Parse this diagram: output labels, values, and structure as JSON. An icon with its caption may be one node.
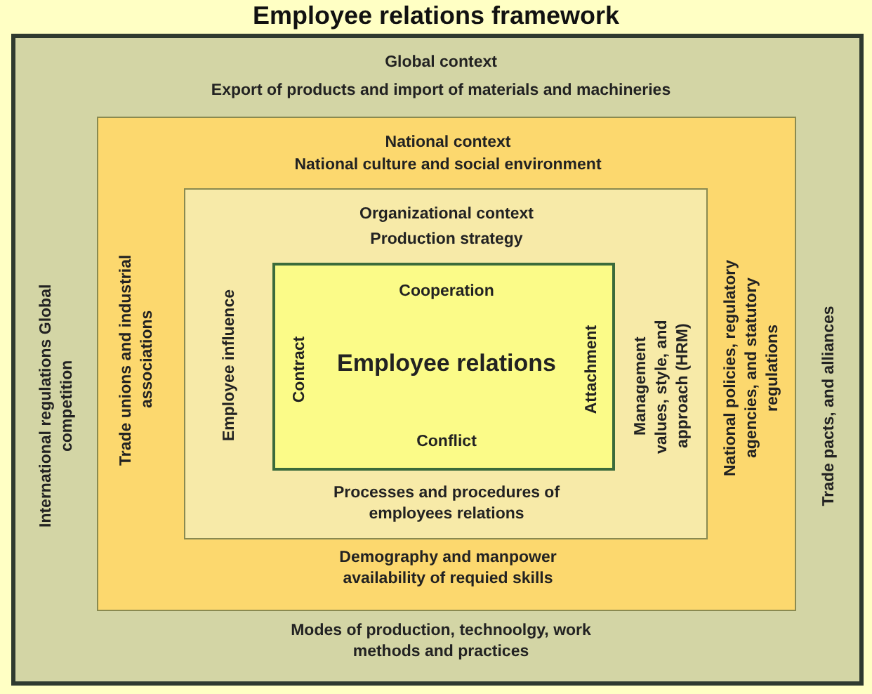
{
  "diagram": {
    "title": "Employee relations framework",
    "nodes": [
      {
        "text": [
          "Global context",
          "Export of products and import of materials and machineries",
          "International regulations Global competition",
          "Trade pacts, and alliances",
          "Modes of production, technoolgy, work methods and practices"
        ]
      },
      {
        "text": [
          "National context",
          "National culture and social environment",
          "Trade unions and industrial associations",
          "National policies, regulatory agencies, and statutory regulations",
          "Demography and manpower availability of requied skills"
        ],
        "in": 0
      },
      {
        "text": [
          "Organizational context",
          "Production strategy",
          "Employee influence",
          "Management values, style, and approach (HRM)",
          "Processes and procedures of employees relations"
        ],
        "in": 1
      },
      {
        "text": [
          "Cooperation",
          "Contract",
          "Employee relations",
          "Attachment",
          "Conflict"
        ],
        "in": 2
      }
    ],
    "edges": []
  }
}
